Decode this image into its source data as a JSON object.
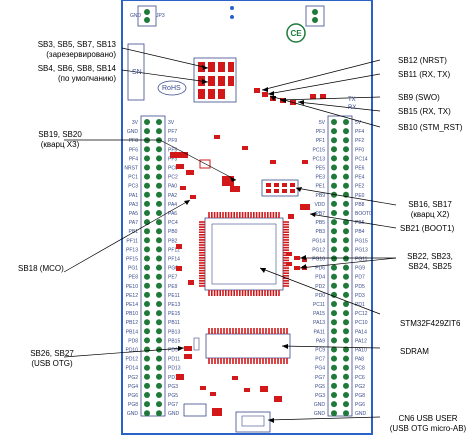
{
  "labels": {
    "sb3_sb13": "SB3, SB5, SB7, SB13",
    "sb3_sb13_note": "(зарезервировано)",
    "sb4_sb14": "SB4, SB6, SB8, SB14",
    "sb4_sb14_note": "(по умолчанию)",
    "sb19_sb20": "SB19, SB20",
    "sb19_sb20_note": "(кварц X3)",
    "sb18": "SB18 (MCO)",
    "sb26_sb27": "SB26, SB27",
    "sb26_sb27_note": "(USB OTG)",
    "sb12": "SB12 (NRST)",
    "sb11": "SB11 (RX, TX)",
    "sb9": "SB9 (SWO)",
    "sb15": "SB15 (RX, TX)",
    "sb10": "SB10 (STM_RST)",
    "sb16_sb17": "SB16, SB17",
    "sb16_sb17_note": "(кварц X2)",
    "sb21": "SB21 (BOOT1)",
    "sb22_sb25": "SB22, SB23,",
    "sb22_sb25_line2": "SB24, SB25",
    "mcu": "STM32F429ZIT6",
    "sdram": "SDRAM",
    "cn6": "CN6 USB USER",
    "cn6_note": "(USB OTG micro-AB)"
  },
  "silkscreen": {
    "ce": "CE",
    "rohs": "RoHS",
    "sn": "SN",
    "gnd": "GND",
    "jp": "JP3",
    "tx": "TX",
    "rx": "RX",
    "left_pins": [
      "3V",
      "GND",
      "PF8",
      "PF6",
      "PF4",
      "NRST",
      "PC1",
      "PC3",
      "PA1",
      "PA3",
      "PA5",
      "PA7",
      "PB1",
      "PF11",
      "PF13",
      "PF15",
      "PG1",
      "PE8",
      "PE10",
      "PE12",
      "PE14",
      "PB10",
      "PB12",
      "PB14",
      "PD8",
      "PD10",
      "PD12",
      "PD14",
      "PG2",
      "PG4",
      "PG6",
      "PG8",
      "GND"
    ],
    "left_inner_pins": [
      "3V",
      "PF7",
      "PF9",
      "PF5",
      "PF3",
      "PC0",
      "PC2",
      "PA0",
      "PA2",
      "PA4",
      "PA6",
      "PC4",
      "PB0",
      "PB2",
      "PF12",
      "PF14",
      "PG0",
      "PE7",
      "PE9",
      "PE11",
      "PE13",
      "PE15",
      "PB11",
      "PB13",
      "PB15",
      "PD9",
      "PD11",
      "PD13",
      "PD15",
      "PG3",
      "PG5",
      "PG7",
      "GND"
    ],
    "right_pins": [
      "5V",
      "PF4",
      "PF2",
      "PF0",
      "PC14",
      "PE6",
      "PE4",
      "PE2",
      "PE0",
      "PB8",
      "BOOT0",
      "PB6",
      "PB4",
      "PG15",
      "PG13",
      "PG11",
      "PG9",
      "PD7",
      "PD5",
      "PD3",
      "PD1",
      "PC12",
      "PC10",
      "PA14",
      "PA12",
      "PA10",
      "PA8",
      "PC8",
      "PC6",
      "PG2",
      "PG8",
      "PG6",
      "GND"
    ],
    "right_inner_pins": [
      "5V",
      "PF3",
      "PF1",
      "PC15",
      "PC13",
      "PE5",
      "PE3",
      "PE1",
      "PB9",
      "VDD",
      "PB7",
      "PB5",
      "PB3",
      "PG14",
      "PG12",
      "PG10",
      "PD6",
      "PD4",
      "PD2",
      "PD0",
      "PC11",
      "PA15",
      "PA13",
      "PA11",
      "PA9",
      "PC9",
      "PC7",
      "PG4",
      "PG7",
      "PG5",
      "PG3",
      "GND",
      "GND"
    ]
  },
  "colors": {
    "board_outline": "#2a62c8",
    "trace": "#3a4a8a",
    "pad_red": "#d21818",
    "pin_green": "#1f7a3a",
    "ink": "#000000"
  }
}
